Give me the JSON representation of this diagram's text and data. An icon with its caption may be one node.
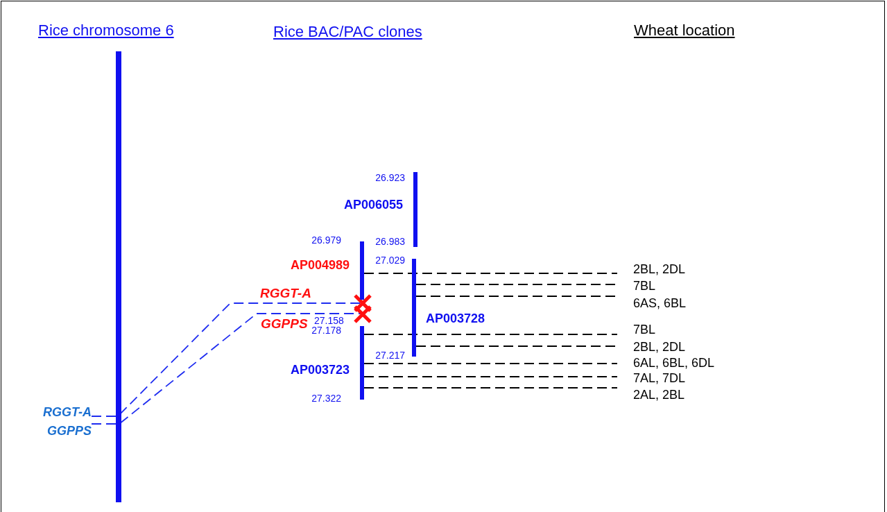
{
  "diagram": {
    "nodes": [
      {
        "text": [],
        "shape": "bar"
      },
      {
        "text": [
          "AP006055"
        ],
        "beside": [
          "26.923",
          "26.983"
        ]
      },
      {
        "text": [
          "AP004989"
        ],
        "beside": [
          "26.979"
        ]
      },
      {
        "text": [],
        "shape": "cross"
      },
      {
        "text": [],
        "shape": "cross"
      },
      {
        "text": [
          "AP003723"
        ],
        "beside": [
          "27.178",
          "27.322"
        ]
      },
      {
        "text": [
          "AP003728"
        ],
        "beside": [
          "27.029",
          "27.217"
        ]
      },
      {
        "text": [
          "2BL, 2DL"
        ]
      },
      {
        "text": [
          "7BL"
        ]
      },
      {
        "text": [
          "6AS, 6BL"
        ]
      },
      {
        "text": [
          "7BL"
        ]
      },
      {
        "text": [
          "2BL, 2DL"
        ]
      },
      {
        "text": [
          "6AL, 6BL, 6DL"
        ]
      },
      {
        "text": [
          "7AL, 7DL"
        ]
      },
      {
        "text": [
          "2AL, 2BL"
        ]
      },
      {
        "text": [
          "*RGGT*-A"
        ]
      },
      {
        "text": [
          "GGPPS"
        ]
      }
    ],
    "edges": [
      {
        "from": 2,
        "to": 7,
        "arrow": "none",
        "style": "dashed"
      },
      {
        "from": 6,
        "to": 8,
        "arrow": "none",
        "style": "dashed"
      },
      {
        "from": 6,
        "to": 9,
        "arrow": "none",
        "style": "dashed"
      },
      {
        "from": 5,
        "to": 10,
        "arrow": "none",
        "style": "dashed"
      },
      {
        "from": 6,
        "to": 11,
        "arrow": "none",
        "style": "dashed"
      },
      {
        "from": 5,
        "to": 12,
        "arrow": "none",
        "style": "dashed"
      },
      {
        "from": 5,
        "to": 13,
        "arrow": "none",
        "style": "dashed"
      },
      {
        "from": 5,
        "to": 14,
        "arrow": "none",
        "style": "dashed"
      },
      {
        "from": 15,
        "to": 3,
        "arrow": "none",
        "style": "dashed",
        "color": "#1e2cf0"
      },
      {
        "from": 16,
        "to": 4,
        "arrow": "none",
        "style": "dashed",
        "color": "#1e2cf0"
      }
    ],
    "labels": [
      "Rice chromosome 6",
      "Rice BAC/PAC clones",
      "Wheat location",
      "*RGGT*-A",
      "GGPPS",
      "27.158"
    ]
  }
}
